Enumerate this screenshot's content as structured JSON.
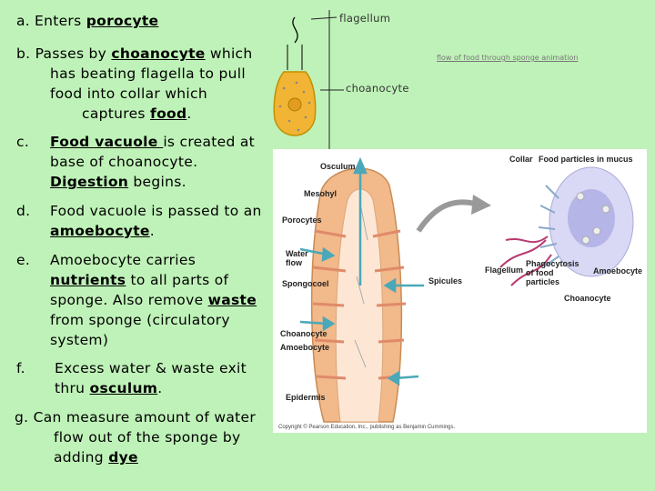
{
  "steps": {
    "a": {
      "label": "a.",
      "pre": "Enters ",
      "term": "porocyte"
    },
    "b": {
      "label": "b.",
      "pre": "Passes by ",
      "term": "choanocyte",
      "line1_end": " which",
      "line2": "has beating  flagella to pull",
      "line3": "food into collar which",
      "line4_pre": "captures ",
      "term2": "food",
      "line4_end": "."
    },
    "c": {
      "label": "c.",
      "term": "Food vacuole ",
      "line1_end": "is created at",
      "line2": "base of choanocyte.",
      "term2": "Digestion",
      "line3_end": " begins."
    },
    "d": {
      "label": "d.",
      "line1": "Food vacuole is passed to an",
      "term": "amoebocyte",
      "line2_end": "."
    },
    "e": {
      "label": "e.",
      "line1": "Amoebocyte carries",
      "term": "nutrients",
      "line2_end": " to all parts of",
      "line3_pre": "sponge.  Also remove ",
      "term2": "waste",
      "line4": "from sponge (circulatory",
      "line5": "system)"
    },
    "f": {
      "label": "f.",
      "line1": "Excess water & waste exit",
      "line2_pre": "thru ",
      "term": "osculum",
      "line2_end": "."
    },
    "g": {
      "label": "g.",
      "line1": "Can measure amount of water",
      "line2": "flow out of the sponge by",
      "line3_pre": "adding ",
      "term": "dye"
    }
  },
  "choanocyte_figure": {
    "flagellum_label": "flagellum",
    "choanocyte_label": "choanocyte"
  },
  "link_text": "flow of food through sponge animation",
  "diagram": {
    "labels": {
      "osculum": "Osculum",
      "mesohyl": "Mesohyl",
      "porocytes": "Porocytes",
      "water_flow": "Water flow",
      "spongocoel": "Spongocoel",
      "choanocyte": "Choanocyte",
      "amoebocyte": "Amoebocyte",
      "epidermis": "Epidermis",
      "spicules": "Spicules",
      "collar": "Collar",
      "food_particles": "Food particles in mucus",
      "flagellum": "Flagellum",
      "phagocytosis": "Phagocytosis of food particles",
      "amoebocyte_right": "Amoebocyte",
      "choanocyte_right": "Choanocyte"
    },
    "copyright": "Copyright © Pearson Education, Inc., publishing as Benjamin Cummings."
  },
  "colors": {
    "background": "#bff2b8",
    "cell": "#f2b434",
    "cell_outline": "#c09000",
    "sponge_wall": "#f2b98a"
  }
}
